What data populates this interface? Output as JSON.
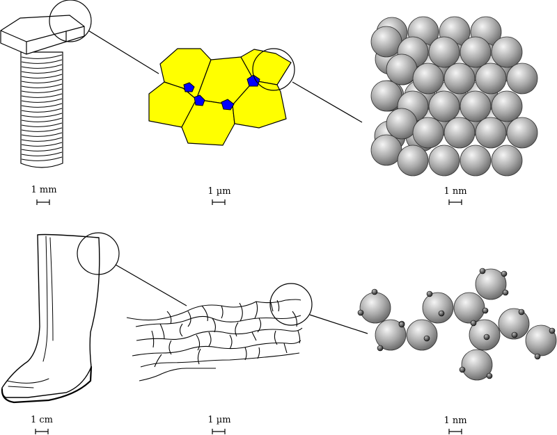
{
  "scale_labels": {
    "bolt": "1 mm",
    "grains_top": "1 µm",
    "atoms_top": "1 nm",
    "boot": "1 cm",
    "fibers": "1 µm",
    "molecules": "1 nm"
  },
  "colors": {
    "grain_fill": "#ffff00",
    "defect_fill": "#0000ff",
    "sphere_light": "#f2f2f2",
    "sphere_dark": "#6b6b6b",
    "stroke": "#000000"
  }
}
